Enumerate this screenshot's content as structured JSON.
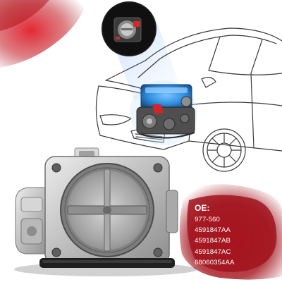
{
  "product": {
    "oe_label": "OE:",
    "oe_numbers": [
      "977-560",
      "4591847AA",
      "4591847AB",
      "4591847AC",
      "68060354AA"
    ]
  },
  "colors": {
    "accent_red": "#a1131c",
    "car_line": "#3a3a3a",
    "engine_blue": "#2f8fe0",
    "metal": "#c9c9c9"
  },
  "icons": {
    "callout": "throttle-body-callout-icon",
    "car": "car-outline-icon",
    "engine": "engine-icon",
    "part": "throttle-body-icon"
  }
}
